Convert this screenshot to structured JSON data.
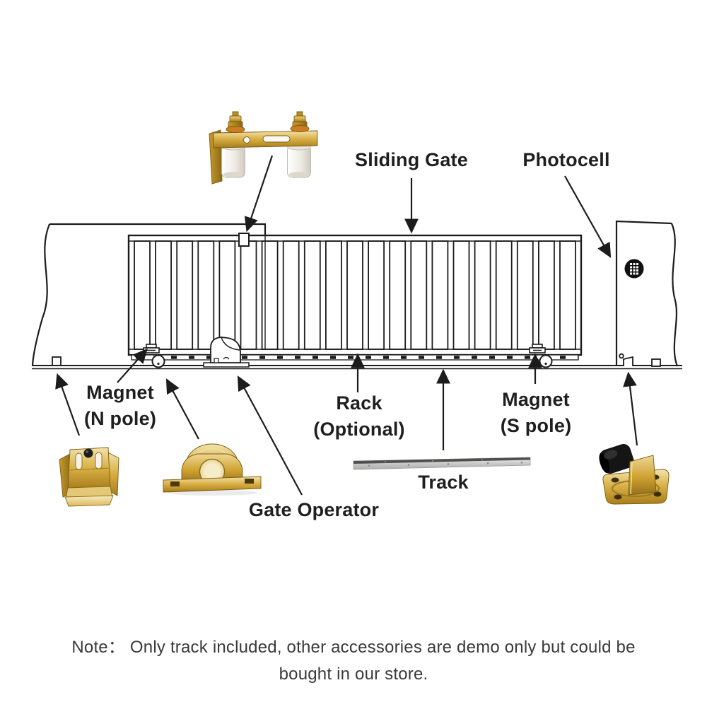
{
  "labels": {
    "sliding_gate": "Sliding Gate",
    "photocell": "Photocell",
    "magnet_n_line1": "Magnet",
    "magnet_n_line2": "(N pole)",
    "rack_line1": "Rack",
    "rack_line2": "(Optional)",
    "magnet_s_line1": "Magnet",
    "magnet_s_line2": "(S pole)",
    "track": "Track",
    "gate_operator": "Gate Operator"
  },
  "note": {
    "line1": "Note：  Only track included, other accessories are demo only but could be",
    "line2": "bought in our store."
  },
  "colors": {
    "line": "#1c1c1c",
    "text": "#1f1f1f",
    "note": "#3a3a3a",
    "brass": "#d8ae44",
    "brass_dark": "#8a6914",
    "roller_white": "#f4f2ec",
    "rubber_black": "#161616",
    "track_silver": "#c9c9c7",
    "background": "#ffffff"
  }
}
